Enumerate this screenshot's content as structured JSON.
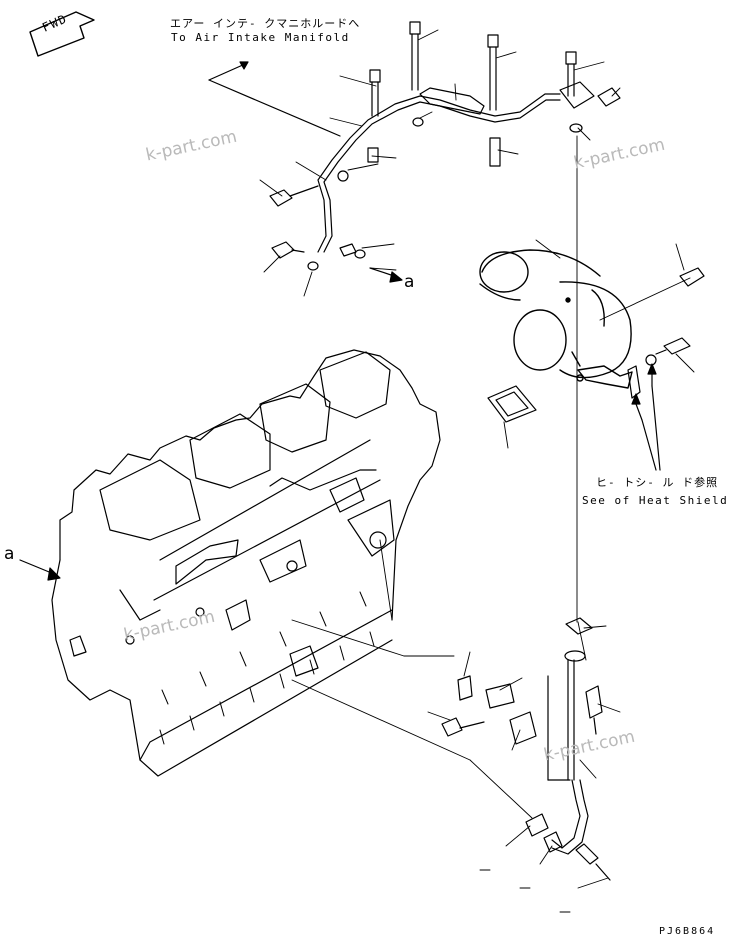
{
  "labels": {
    "fwd": "FWD",
    "air_intake_jp": "エアー インテ- クマニホルードへ",
    "air_intake_en": "To Air Intake Manifold",
    "heat_shield_jp": "ヒ- トシ- ル ド参照",
    "heat_shield_en": "See of Heat Shield",
    "ref_a_right": "a",
    "ref_a_left": "a",
    "drawing_code": "PJ6B864"
  },
  "watermarks": {
    "top_left": "k-part.com",
    "top_right": "k-part.com",
    "mid_left": "k-part.com",
    "bottom_right": "k-part.com"
  },
  "colors": {
    "line": "#000000",
    "watermark": "#b9b9b9",
    "background": "#ffffff"
  }
}
